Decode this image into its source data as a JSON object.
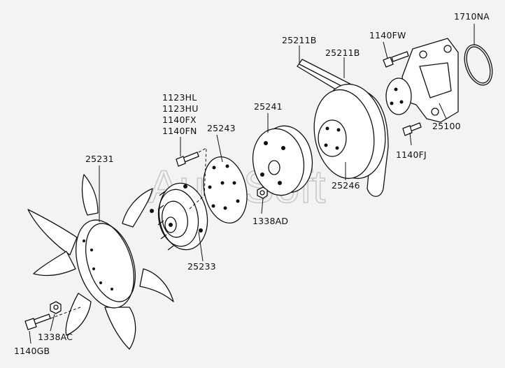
{
  "watermark": "AutoSoft",
  "labels": {
    "p1710NA": "1710NA",
    "p1140FW": "1140FW",
    "p25211B_a": "25211B",
    "p25211B_b": "25211B",
    "p25241": "25241",
    "p1123HL": "1123HL",
    "p1123HU": "1123HU",
    "p1140FX": "1140FX",
    "p1140FN": "1140FN",
    "p25243": "25243",
    "p25231": "25231",
    "p25100": "25100",
    "p1140FJ": "1140FJ",
    "p25246": "25246",
    "p1338AD": "1338AD",
    "p25233": "25233",
    "p1338AC": "1338AC",
    "p1140GB": "1140GB"
  }
}
